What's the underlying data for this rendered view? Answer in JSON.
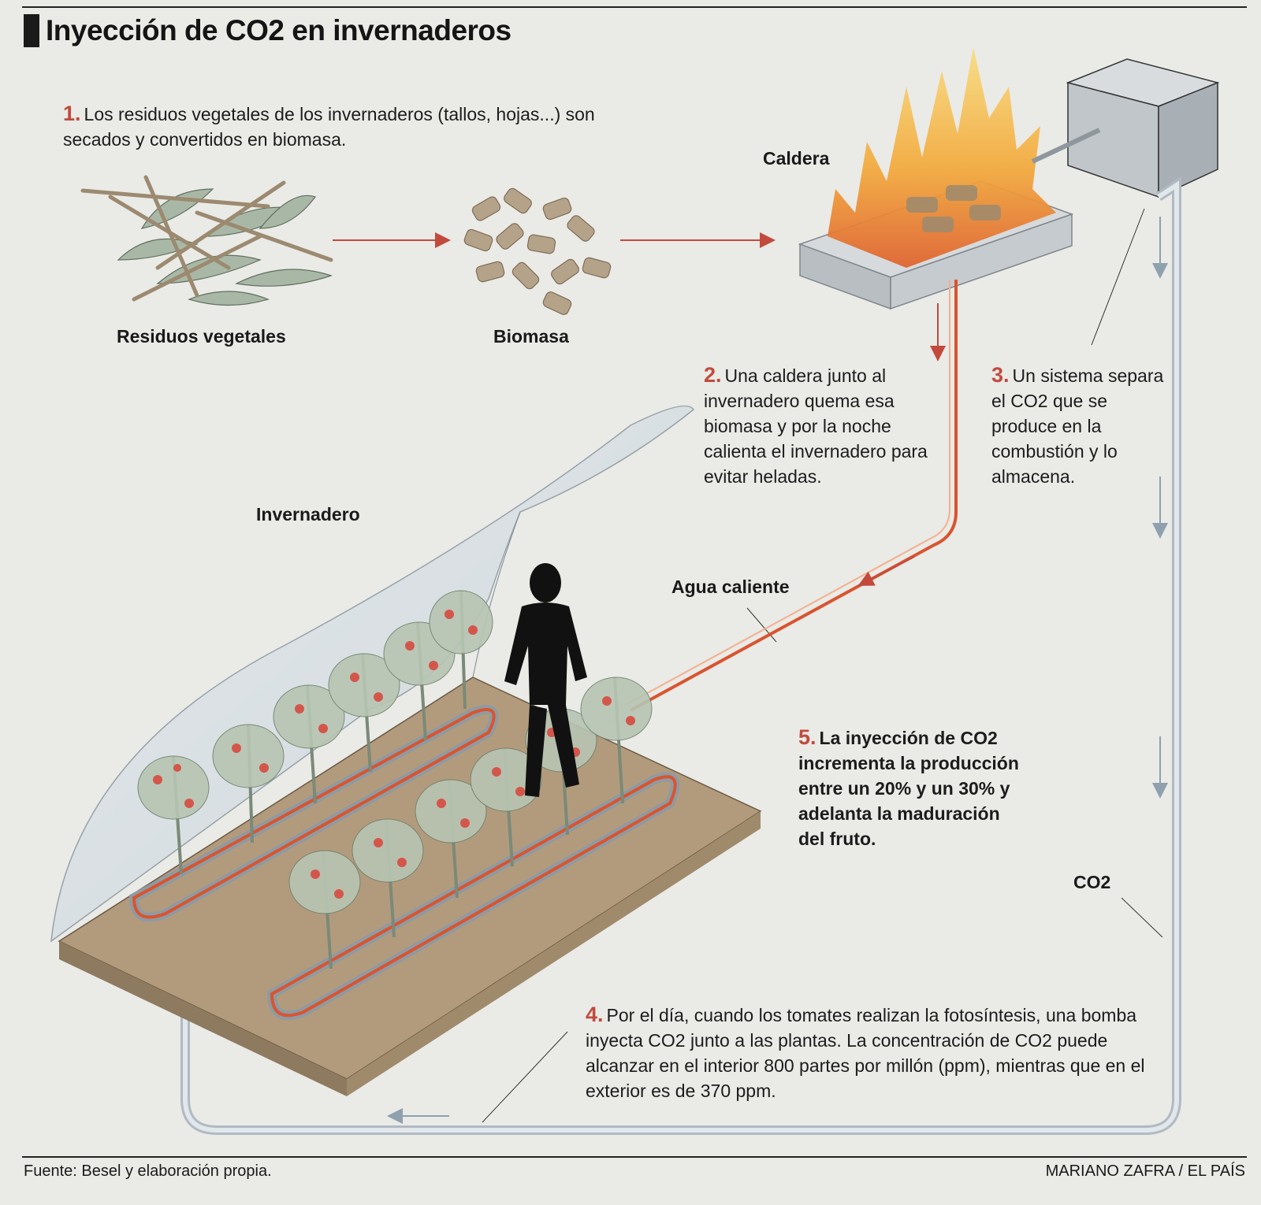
{
  "title": "Inyección de CO2 en invernaderos",
  "steps": [
    {
      "number": "1.",
      "text": "Los residuos vegetales de los invernaderos (tallos, hojas...) son secados y convertidos en biomasa."
    },
    {
      "number": "2.",
      "text": "Una caldera junto al invernadero quema esa biomasa y por la noche calienta el invernadero para evitar heladas."
    },
    {
      "number": "3.",
      "text": "Un sistema separa el CO2 que se produce en la combustión y lo almacena."
    },
    {
      "number": "4.",
      "text": "Por el día, cuando los tomates realizan la fotosíntesis, una bomba inyecta CO2 junto a las plantas. La concentración de CO2 puede alcanzar en el interior 800 partes por millón (ppm), mientras que en el exterior es de 370 ppm."
    },
    {
      "number": "5.",
      "text": "La inyección de CO2 incrementa la producción entre un 20% y un 30% y adelanta la maduración del fruto."
    }
  ],
  "labels": {
    "residuos": "Residuos vegetales",
    "biomasa": "Biomasa",
    "caldera": "Caldera",
    "invernadero": "Invernadero",
    "agua": "Agua caliente",
    "co2": "CO2"
  },
  "footer": {
    "source": "Fuente: Besel y elaboración propia.",
    "credit": "MARIANO ZAFRA / EL PAÍS"
  },
  "colors": {
    "accent": "#c24a3c",
    "hot_pipe": "#d9542e",
    "co2_pipe": "#9aa6b0",
    "soil": "#a88f70",
    "flame": "#f2b33a"
  }
}
